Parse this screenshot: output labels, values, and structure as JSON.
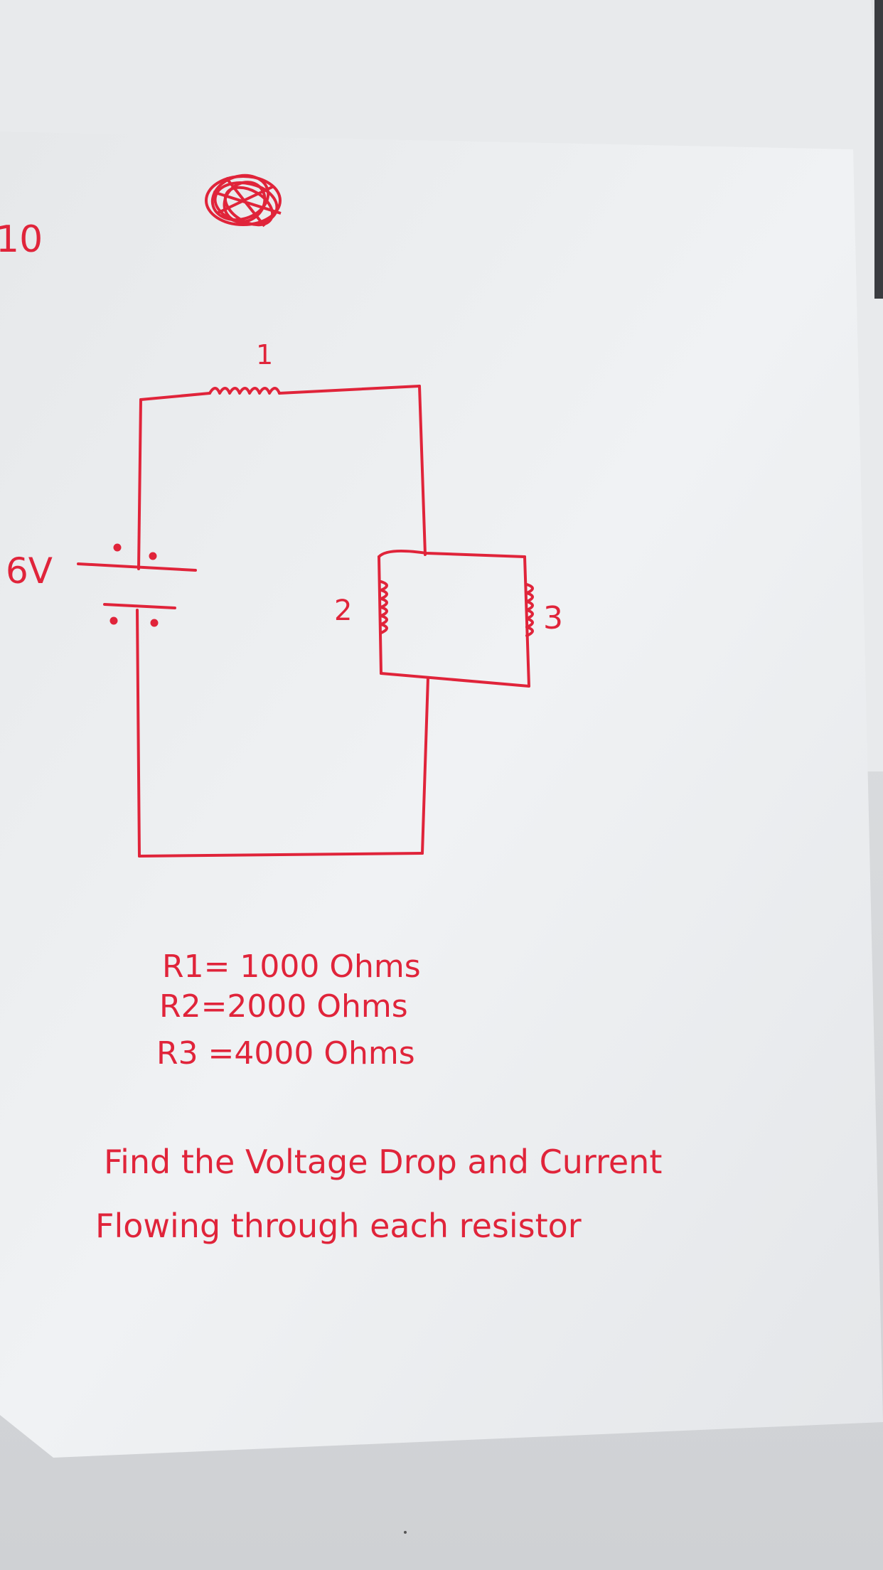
{
  "ink_color": "#e0243a",
  "paper_color": "#eef0f2",
  "background_color": "#d9dbde",
  "page_number": "10",
  "battery_label": "6V",
  "resistor_labels": {
    "r1": "1",
    "r2": "2",
    "r3": "3"
  },
  "given_values": [
    "R1= 1000 Ohms",
    "R2=2000 Ohms",
    "R3 =4000 Ohms"
  ],
  "question": [
    "Find the Voltage Drop and Current",
    "Flowing through each resistor"
  ]
}
